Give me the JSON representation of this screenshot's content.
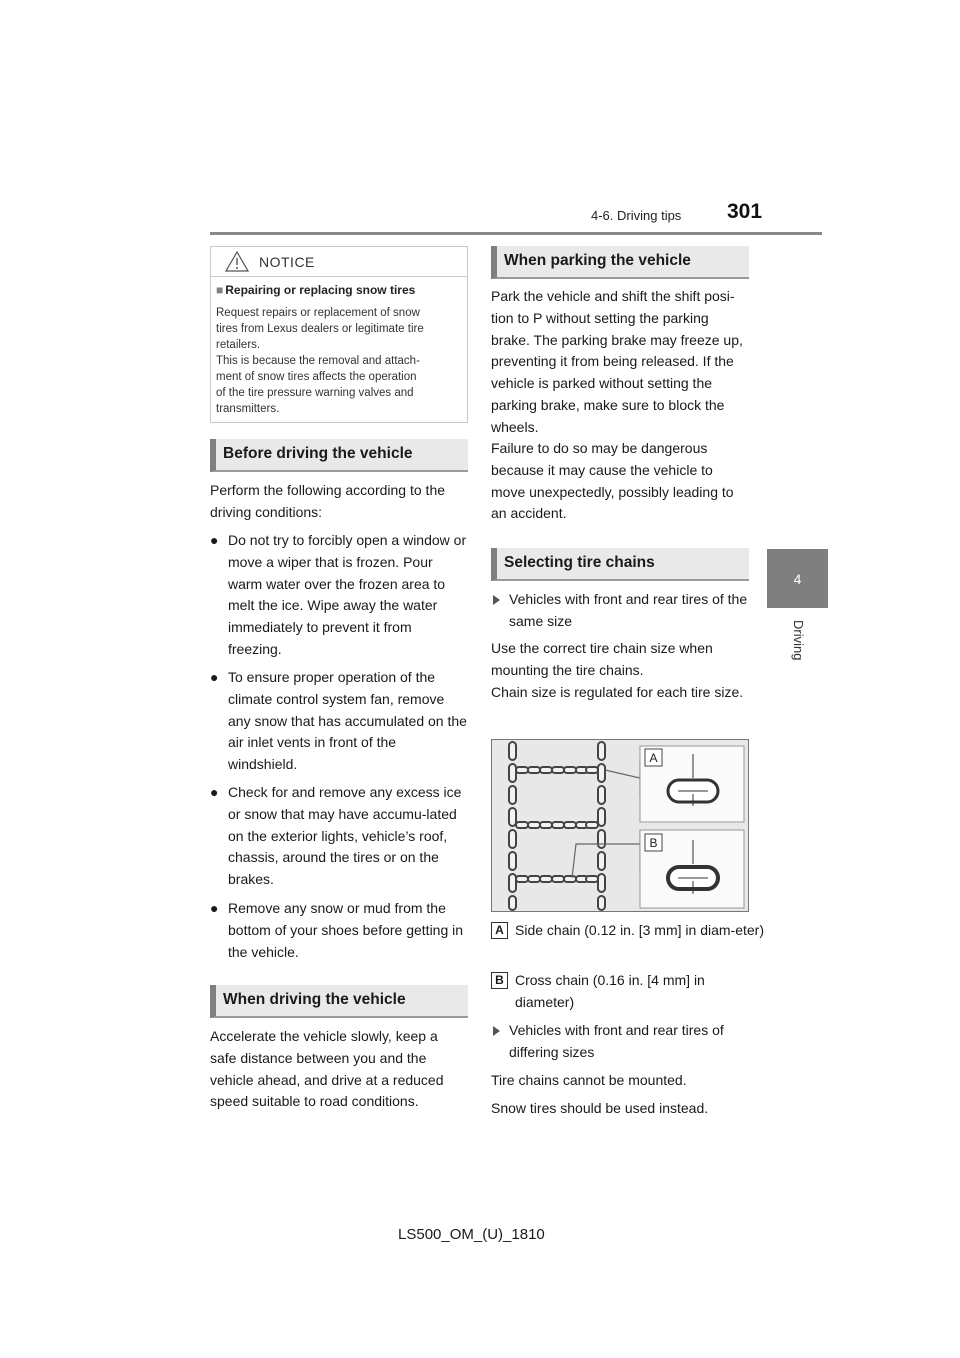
{
  "header": {
    "section": "4-6. Driving tips",
    "page_number": "301"
  },
  "chapter": {
    "number": "4",
    "label": "Driving"
  },
  "notice": {
    "title": "NOTICE",
    "subtitle": "Repairing or replacing snow tires",
    "text": "Request repairs or replacement of snow\ntires from Lexus dealers or legitimate tire\nretailers.\nThis is because the removal and attach-\nment of snow tires affects the operation\nof the tire pressure warning valves and\ntransmitters."
  },
  "before_driving": {
    "title": "Before driving the vehicle",
    "intro": "Perform the following according to the driving conditions:",
    "bullets": [
      "Do not try to forcibly open a window or move a wiper that is frozen. Pour warm water over the frozen area to melt the ice. Wipe away the water immediately to prevent it from freezing.",
      "To ensure proper operation of the climate control system fan, remove any snow that has accumulated on the air inlet vents in front of the windshield.",
      "Check for and remove any excess ice or snow that may have accumu-lated on the exterior lights, vehicle’s roof, chassis, around the tires or on the brakes.",
      "Remove any snow or mud from the bottom of your shoes before getting in the vehicle."
    ]
  },
  "when_driving": {
    "title": "When driving the vehicle",
    "text": "Accelerate the vehicle slowly, keep a safe distance between you and the vehicle ahead, and drive at a reduced speed suitable to road conditions."
  },
  "when_parking": {
    "title": "When parking the vehicle",
    "text1": "Park the vehicle and shift the shift posi-tion to P without setting the parking brake. The parking brake may freeze up, preventing it from being released. If the vehicle is parked without setting the parking brake, make sure to block the wheels.",
    "text2": "Failure to do so may be dangerous because it may cause the vehicle to move unexpectedly, possibly leading to an accident."
  },
  "tire_chains": {
    "title": "Selecting tire chains",
    "same_size_heading": "Vehicles with front and rear tires of the same size",
    "text1": "Use the correct tire chain size when mounting the tire chains.",
    "text2": "Chain size is regulated for each tire size.",
    "figure_labels": [
      "A",
      "B"
    ],
    "callouts": [
      {
        "badge": "A",
        "text": "Side chain (0.12 in. [3 mm] in diam-eter)"
      },
      {
        "badge": "B",
        "text": "Cross chain (0.16 in. [4 mm] in diameter)"
      }
    ],
    "diff_size_heading": "Vehicles with front and rear tires of differing sizes",
    "text3": "Tire chains cannot be mounted.",
    "text4": "Snow tires should be used instead."
  },
  "footer": {
    "code": "LS500_OM_(U)_1810"
  }
}
